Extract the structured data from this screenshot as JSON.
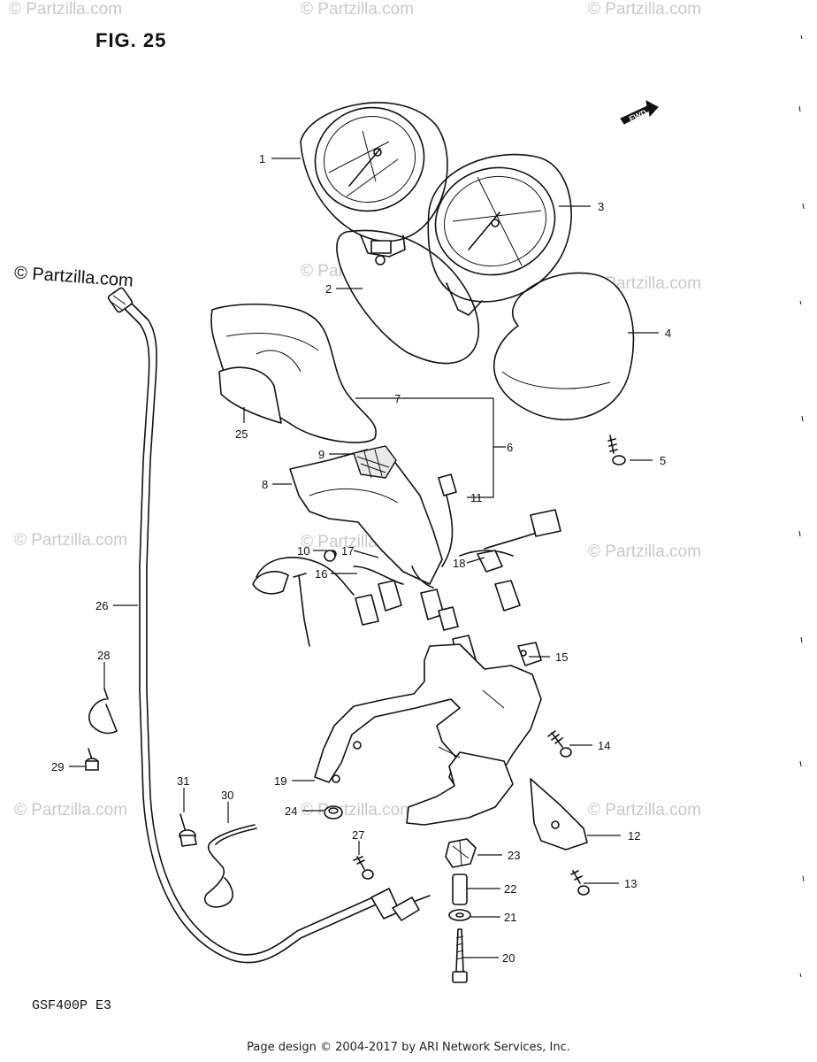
{
  "figure": {
    "title": "FIG. 25",
    "model_code": "GSF400P  E3",
    "direction_label": "FWD",
    "footer": "Page design © 2004-2017 by ARI Network Services, Inc."
  },
  "watermarks": {
    "light": "© Partzilla.com",
    "dark": "© Partzilla.com"
  },
  "callouts": {
    "c1": "1",
    "c2": "2",
    "c3": "3",
    "c4": "4",
    "c5": "5",
    "c6": "6",
    "c7": "7",
    "c8": "8",
    "c9": "9",
    "c10": "10",
    "c11": "11",
    "c12": "12",
    "c13": "13",
    "c14": "14",
    "c15": "15",
    "c16": "16",
    "c17": "17",
    "c18": "18",
    "c19": "19",
    "c20": "20",
    "c21": "21",
    "c22": "22",
    "c23": "23",
    "c24": "24",
    "c25": "25",
    "c26": "26",
    "c27": "27",
    "c28": "28",
    "c29": "29",
    "c30": "30",
    "c31": "31"
  }
}
